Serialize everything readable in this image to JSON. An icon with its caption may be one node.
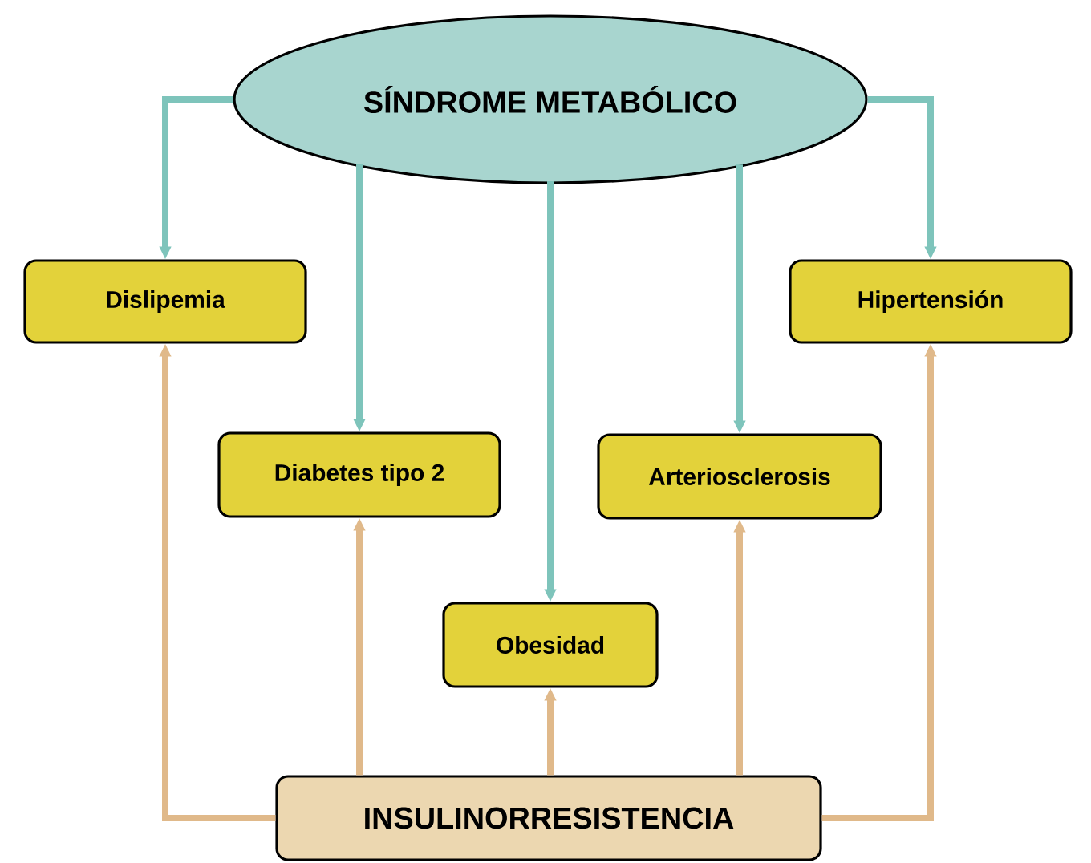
{
  "diagram": {
    "nodes": [
      {
        "text": [
          "SÍNDROME METABÓLICO"
        ]
      },
      {
        "text": [
          "Dislipemia"
        ]
      },
      {
        "text": [
          "Hipertensión"
        ]
      },
      {
        "text": [
          "Diabetes tipo 2"
        ]
      },
      {
        "text": [
          "Arteriosclerosis"
        ]
      },
      {
        "text": [
          "Obesidad"
        ]
      },
      {
        "text": [
          "INSULINORRESISTENCIA"
        ]
      }
    ],
    "edges": [
      {
        "from": 0,
        "to": 1,
        "arrow": "to",
        "color": "#7ec4bb"
      },
      {
        "from": 0,
        "to": 3,
        "arrow": "to",
        "color": "#7ec4bb"
      },
      {
        "from": 0,
        "to": 5,
        "arrow": "to",
        "color": "#7ec4bb"
      },
      {
        "from": 0,
        "to": 4,
        "arrow": "to",
        "color": "#7ec4bb"
      },
      {
        "from": 0,
        "to": 2,
        "arrow": "to",
        "color": "#7ec4bb"
      },
      {
        "from": 6,
        "to": 1,
        "arrow": "to",
        "color": "#e0b98a"
      },
      {
        "from": 6,
        "to": 3,
        "arrow": "to",
        "color": "#e0b98a"
      },
      {
        "from": 6,
        "to": 5,
        "arrow": "to",
        "color": "#e0b98a"
      },
      {
        "from": 6,
        "to": 4,
        "arrow": "to",
        "color": "#e0b98a"
      },
      {
        "from": 6,
        "to": 2,
        "arrow": "to",
        "color": "#e0b98a"
      }
    ]
  }
}
